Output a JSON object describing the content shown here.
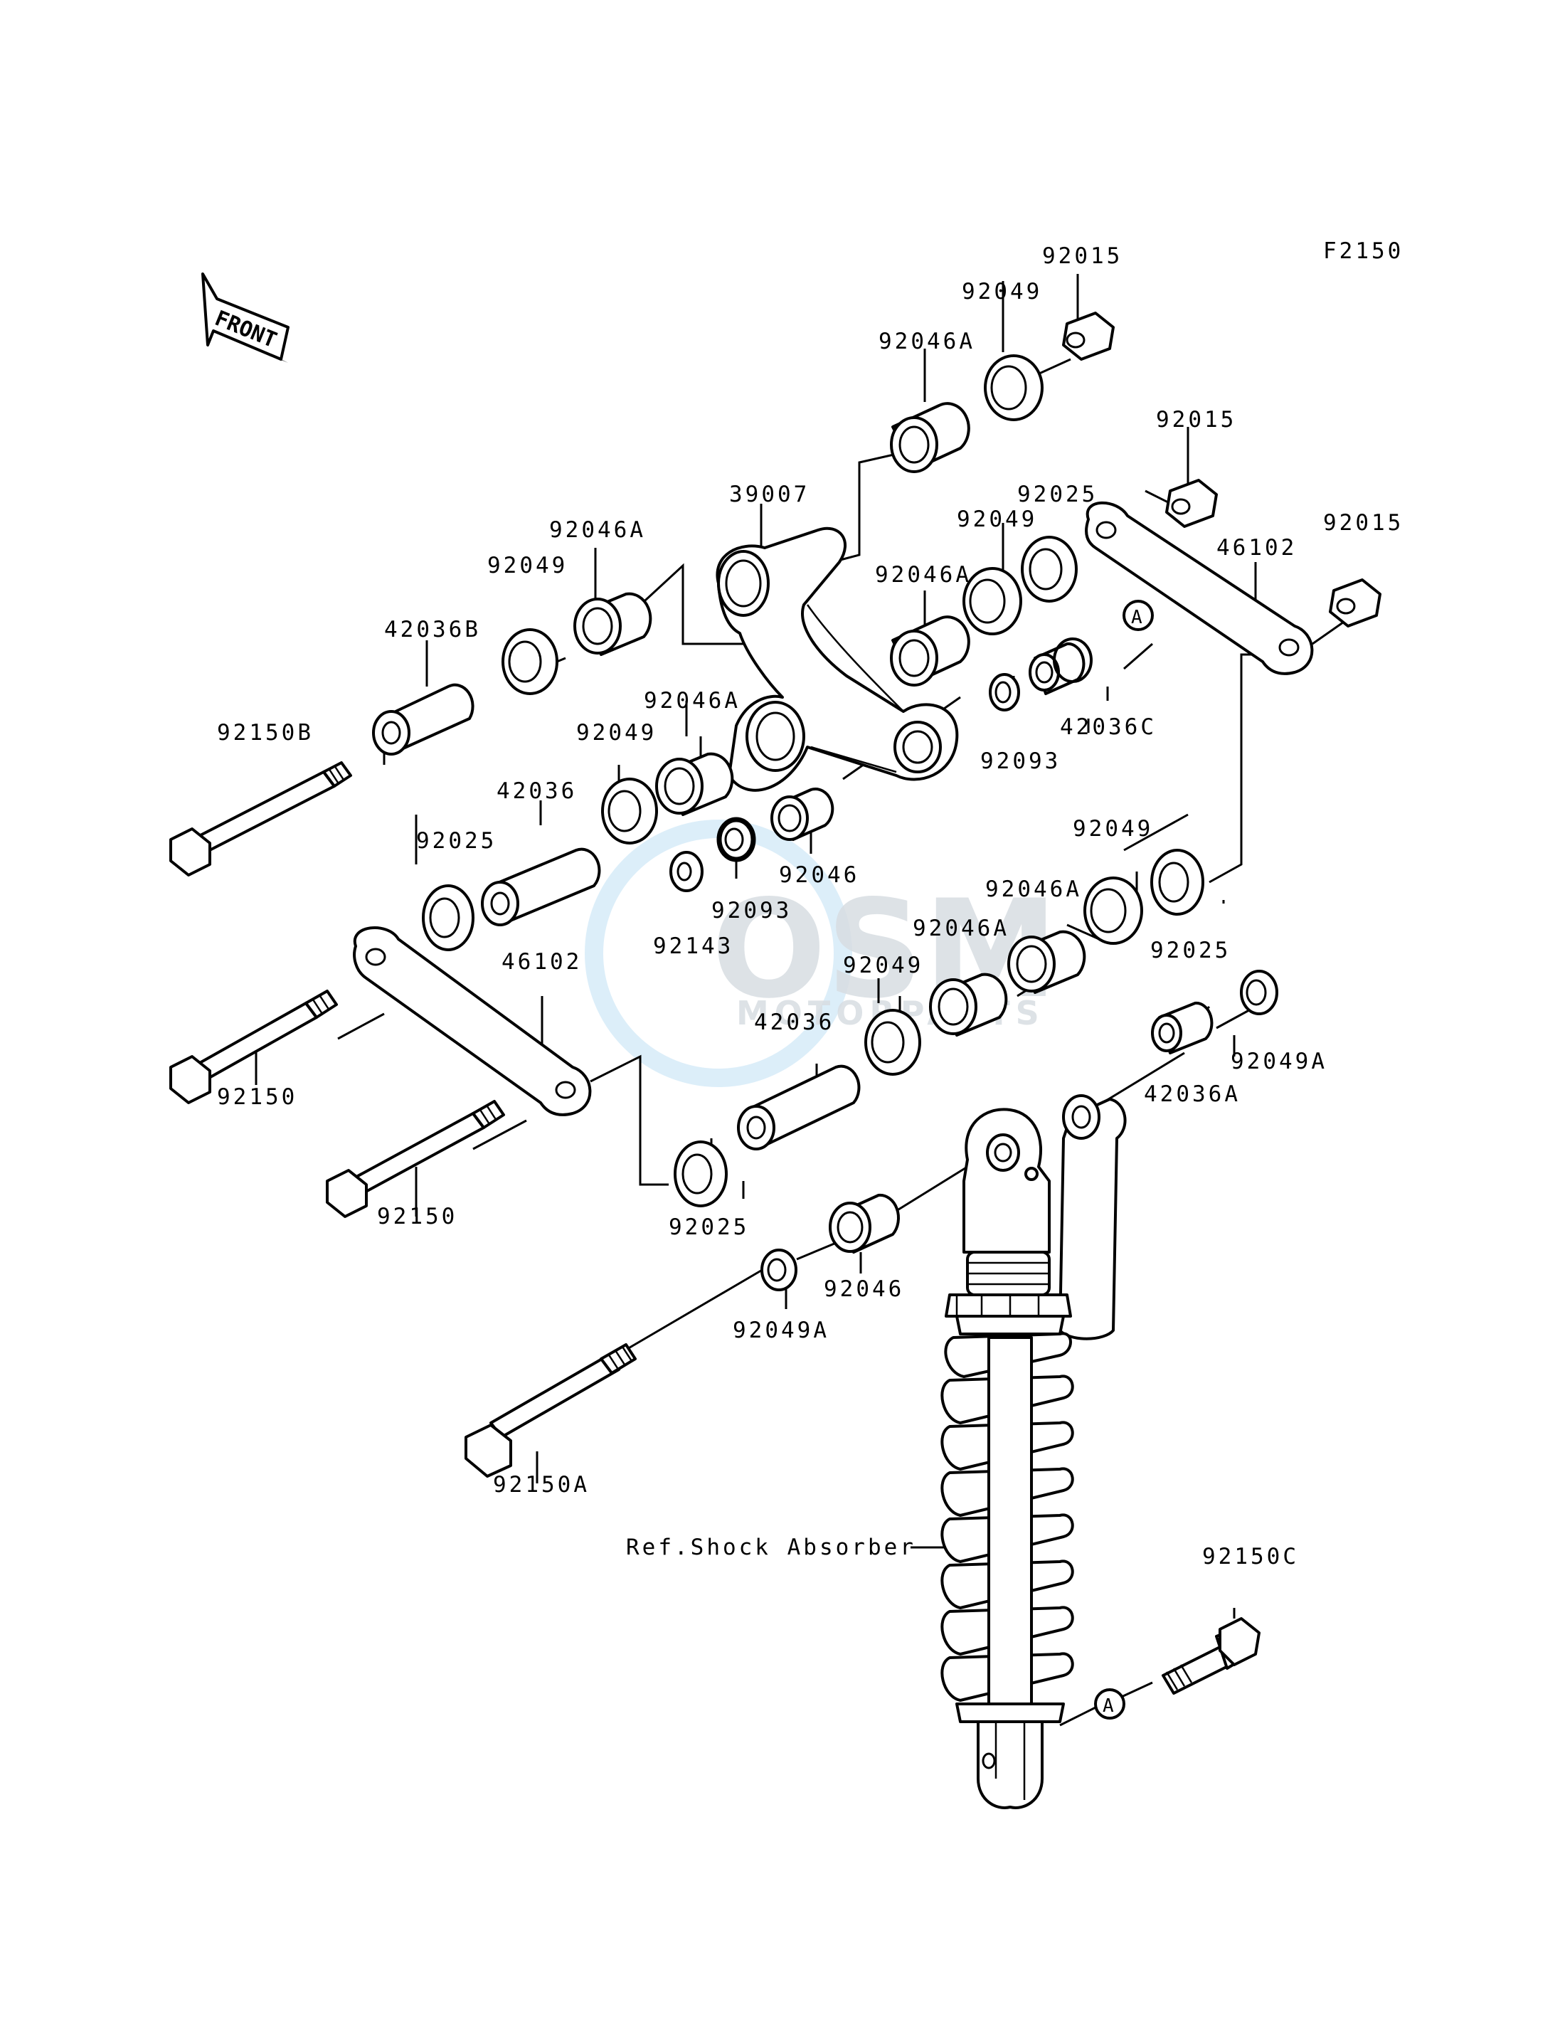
{
  "diagram_code": "F2150",
  "front_label": "FRONT",
  "ref_label_text": "A",
  "watermark": {
    "main": "OSM",
    "sub": "MOTORPARTS"
  },
  "colors": {
    "line": "#000000",
    "background": "#ffffff",
    "watermark_blue": "#bfe0f4"
  },
  "labels": {
    "p92015_top": "92015",
    "p92049_top": "92049",
    "p92046A_top": "92046A",
    "p92015_mid": "92015",
    "p39007": "39007",
    "p92025_top": "92025",
    "p92049_upper_right": "92049",
    "p92015_right": "92015",
    "p46102_right": "46102",
    "p92046A_left": "92046A",
    "p92046A_center": "92046A",
    "p92049_left": "92049",
    "p42036B": "42036B",
    "p42036C": "42036C",
    "p92093_right": "92093",
    "p92046A_lower": "92046A",
    "p92150B": "92150B",
    "p92049_center": "92049",
    "p42036_left": "42036",
    "p92025_left": "92025",
    "p92046": "92046",
    "p92093_center": "92093",
    "p92143": "92143",
    "p92049_right": "92049",
    "p92046A_right": "92046A",
    "p92046A_right2": "92046A",
    "p92025_right": "92025",
    "p46102_left": "46102",
    "p92049_lower": "92049",
    "p42036_lower": "42036",
    "p92150_left": "92150",
    "p92150_lower": "92150",
    "p92049A_right": "92049A",
    "p42036A": "42036A",
    "p92025_lower": "92025",
    "p92046_lower": "92046",
    "p92049A_lower": "92049A",
    "p92150A": "92150A",
    "p92150C": "92150C",
    "ref_shock": "Ref.Shock Absorber"
  }
}
